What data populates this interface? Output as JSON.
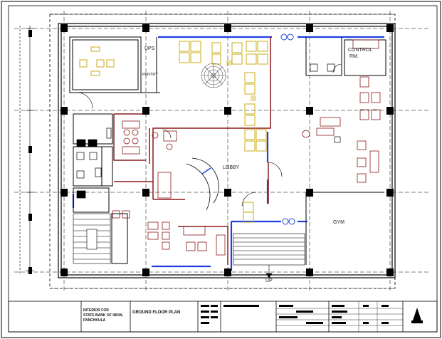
{
  "rooms": {
    "ups": "UPS",
    "pantry": "PANTRY",
    "control": "CONTROL",
    "control_rm": "RM.",
    "lobby": "LOBBY",
    "gym": "GYM",
    "up": "UP"
  },
  "title_block": {
    "client_line1": "INTERIOR FOR",
    "client_line2": "STATE BANK OF INDIA,",
    "client_line3": "PANCHKULA",
    "drawing_title": "GROUND FLOOR PLAN"
  },
  "colors": {
    "wall": "#8b1a1a",
    "glazing": "#1f3fe0",
    "column": "#000000",
    "furniture": "#c8a400",
    "grid": "#000000"
  },
  "icons": {
    "north_arrow": "north-arrow-icon",
    "fountain": "fountain-icon"
  }
}
